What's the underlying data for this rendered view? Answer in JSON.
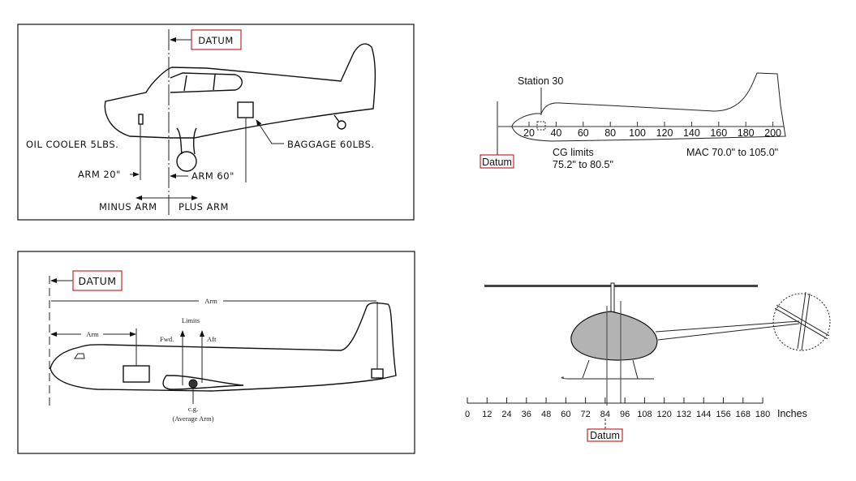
{
  "panel1": {
    "datum": "DATUM",
    "oil_cooler": "OIL COOLER 5LBS.",
    "baggage": "BAGGAGE 60LBS.",
    "arm20": "ARM 20\"",
    "arm60": "ARM 60\"",
    "minus_arm": "MINUS ARM",
    "plus_arm": "PLUS ARM"
  },
  "panel2": {
    "station": "Station 30",
    "datum": "Datum",
    "ticks": [
      "20",
      "40",
      "60",
      "80",
      "100",
      "120",
      "140",
      "160",
      "180",
      "200"
    ],
    "cg_limits_1": "CG limits",
    "cg_limits_2": "75.2\" to 80.5\"",
    "mac": "MAC 70.0\"  to 105.0\""
  },
  "panel3": {
    "datum": "DATUM",
    "arm_top": "Arm",
    "arm_left": "Arm",
    "limits": "Limits",
    "fwd": "Fwd.",
    "aft": "Aft",
    "cg": "c.g.",
    "avg_arm": "(Average Arm)"
  },
  "panel4": {
    "ticks": [
      "0",
      "12",
      "24",
      "36",
      "48",
      "60",
      "72",
      "84",
      "96",
      "108",
      "120",
      "132",
      "144",
      "156",
      "168",
      "180"
    ],
    "unit": "Inches",
    "datum": "Datum"
  },
  "colors": {
    "datum_box": "#c0282d",
    "helicopter_body": "#b3b3b3"
  }
}
